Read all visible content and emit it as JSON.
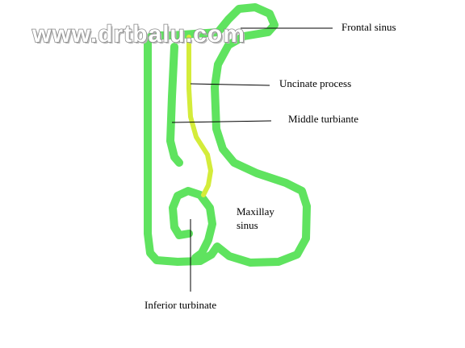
{
  "watermark": "www.drtbalu.com",
  "labels": {
    "frontal_sinus": "Frontal sinus",
    "uncinate_process": "Uncinate process",
    "middle_turbinate": "Middle turbiante",
    "maxillary_sinus_line1": "Maxillay",
    "maxillary_sinus_line2": "sinus",
    "inferior_turbinate": "Inferior turbinate"
  },
  "colors": {
    "outline": "#5fe35f",
    "uncinate": "#d4ec3a",
    "text": "#000000",
    "background": "#ffffff"
  }
}
